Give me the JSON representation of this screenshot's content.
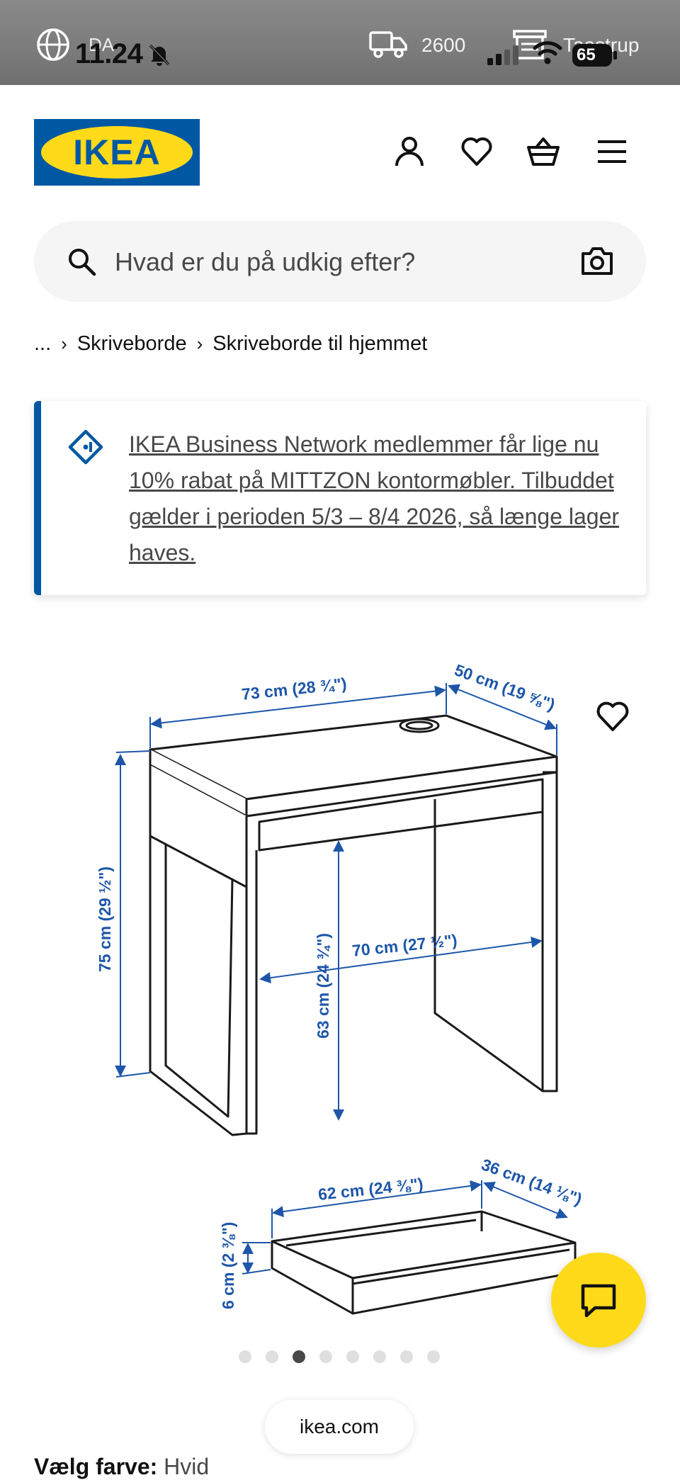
{
  "status": {
    "time": "11.24",
    "battery": "65"
  },
  "site_bar": {
    "language": "DA",
    "postal_code": "2600",
    "store_name": "Taastrup"
  },
  "header": {
    "logo_text": "IKEA"
  },
  "search": {
    "placeholder": "Hvad er du på udkig efter?"
  },
  "breadcrumb": {
    "items": [
      "...",
      "Skriveborde",
      "Skriveborde til hjemmet"
    ]
  },
  "promo": {
    "text": "IKEA Business Network medlemmer får lige nu 10% rabat på MITTZON kontormøbler. Tilbuddet gælder i perioden 5/3 – 8/4 2026, så længe lager haves."
  },
  "product_image": {
    "dimensions": {
      "width": "73 cm (28 ¾\")",
      "depth": "50 cm (19 ⅝\")",
      "height": "75 cm (29 ½\")",
      "clearance_height": "63 cm (24 ¾\")",
      "inner_width": "70 cm (27 ½\")",
      "drawer_width": "62 cm (24 ⅜\")",
      "drawer_depth": "36 cm (14 ⅛\")",
      "drawer_height": "6 cm (2 ⅜\")"
    }
  },
  "carousel": {
    "total": 8,
    "active_index": 2
  },
  "browser": {
    "url": "ikea.com"
  },
  "color_select": {
    "label": "Vælg farve:",
    "value": "Hvid"
  },
  "colors": {
    "brand_blue": "#0058a3",
    "brand_yellow": "#ffda1a",
    "dim_blue": "#1d56a8"
  }
}
